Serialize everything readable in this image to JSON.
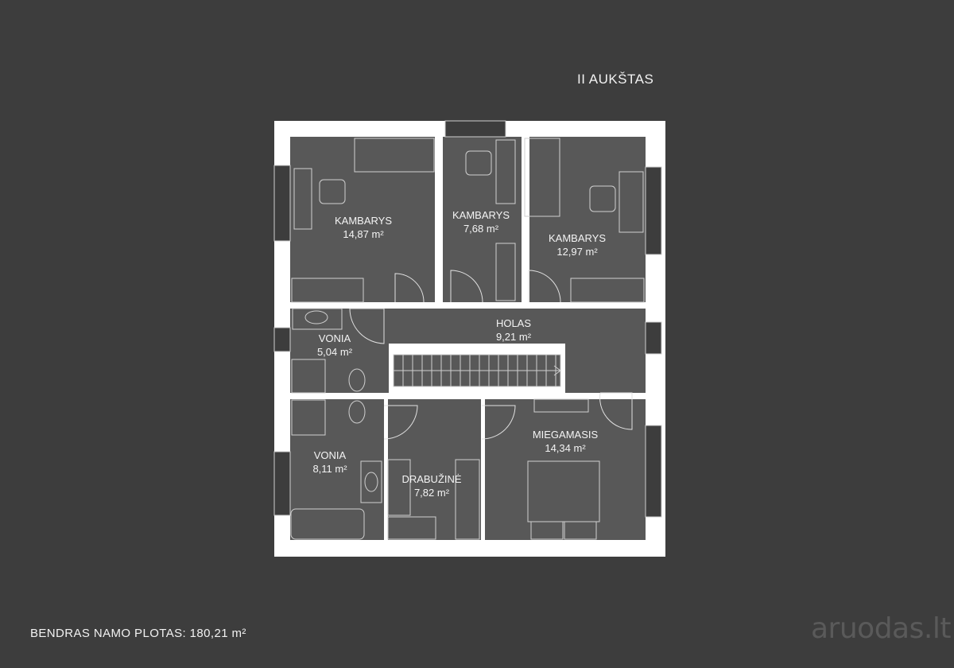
{
  "floor_title": "II AUKŠTAS",
  "total_area": "BENDRAS NAMO PLOTAS: 180,21 m²",
  "logo": {
    "text": "aruodas",
    "suffix": ".lt"
  },
  "rooms": [
    {
      "name": "KAMBARYS",
      "area": "14,87 m²"
    },
    {
      "name": "KAMBARYS",
      "area": "7,68 m²"
    },
    {
      "name": "KAMBARYS",
      "area": "12,97 m²"
    },
    {
      "name": "HOLAS",
      "area": "9,21 m²"
    },
    {
      "name": "VONIA",
      "area": "5,04 m²"
    },
    {
      "name": "MIEGAMASIS",
      "area": "14,34 m²"
    },
    {
      "name": "VONIA",
      "area": "8,11 m²"
    },
    {
      "name": "DRABUŽINĖ",
      "area": "7,82 m²"
    }
  ],
  "colors": {
    "background": "#3d3d3d",
    "walls": "#ffffff",
    "floor": "#585858"
  }
}
